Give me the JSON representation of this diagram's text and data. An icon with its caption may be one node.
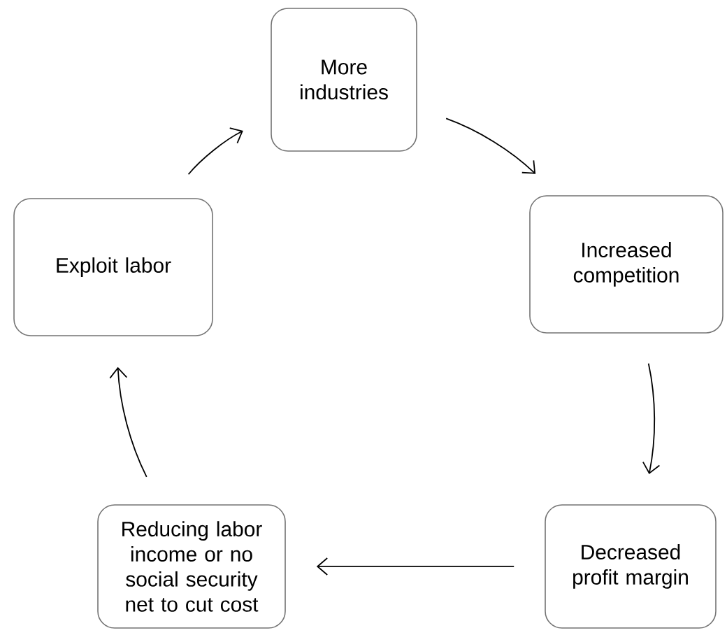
{
  "diagram": {
    "nodes": [
      {
        "text": [
          "More industries"
        ]
      },
      {
        "text": [
          "Increased competition"
        ]
      },
      {
        "text": [
          "Decreased profit margin"
        ]
      },
      {
        "text": [
          "Reducing labor income or no social security net to cut cost"
        ]
      },
      {
        "text": [
          "Exploit labor"
        ]
      }
    ],
    "edges": [
      {
        "from": 0,
        "to": 1,
        "arrow": "to"
      },
      {
        "from": 1,
        "to": 2,
        "arrow": "to"
      },
      {
        "from": 2,
        "to": 3,
        "arrow": "to"
      },
      {
        "from": 3,
        "to": 4,
        "arrow": "to"
      },
      {
        "from": 4,
        "to": 0,
        "arrow": "to"
      }
    ]
  }
}
